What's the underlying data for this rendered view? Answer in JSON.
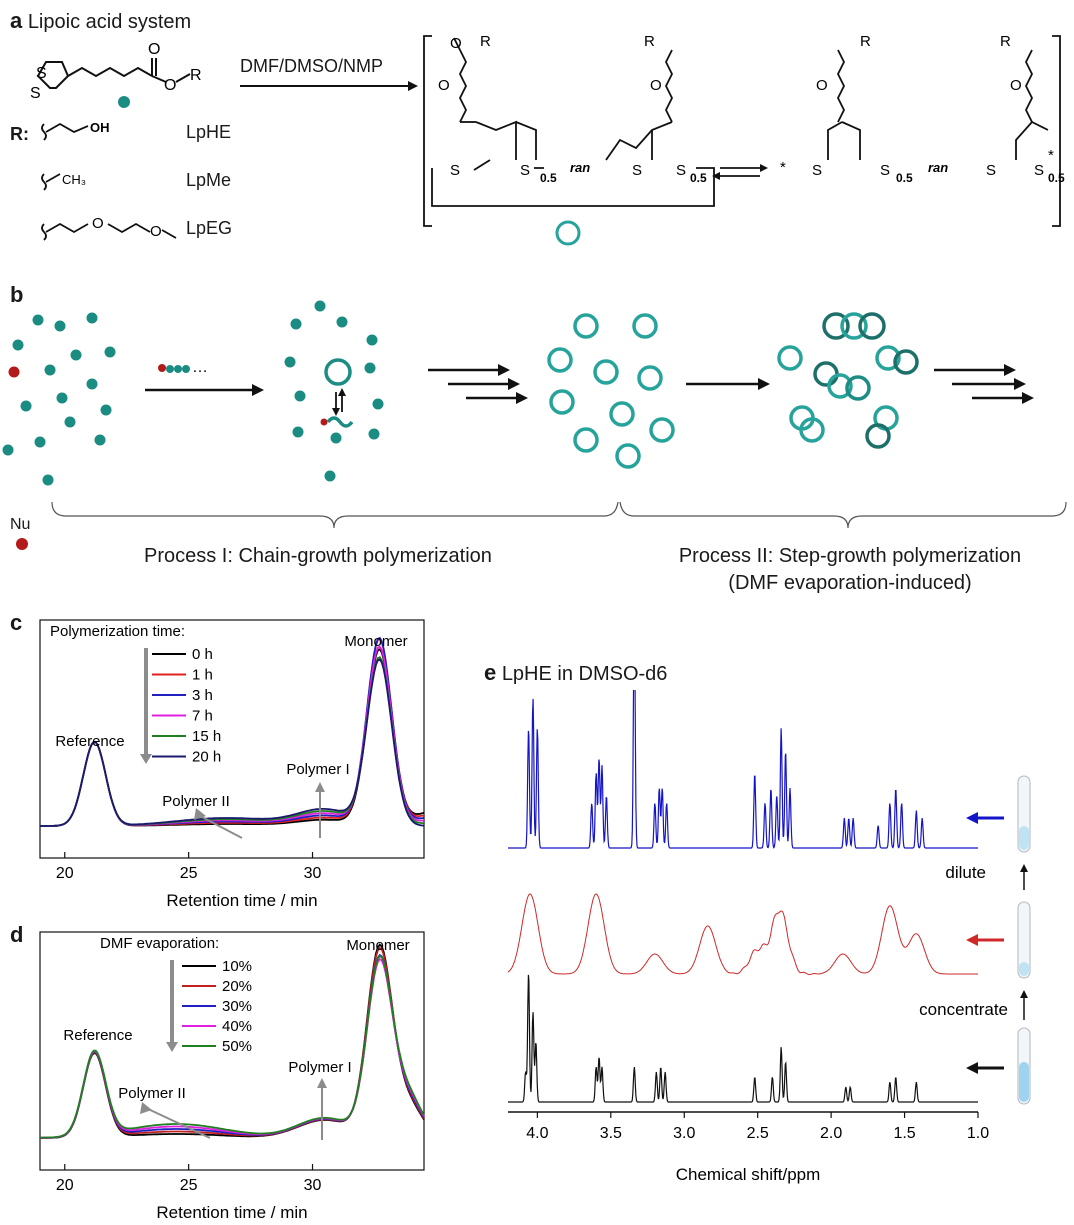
{
  "panel_a": {
    "letter": "a",
    "title": "Lipoic acid system",
    "solvent": "DMF/DMSO/NMP",
    "r_label": "R:",
    "substituents": [
      "LpHE",
      "LpMe",
      "LpEG"
    ],
    "r_group_oh": "OH",
    "r_group_ch3": "CH₃",
    "ran": "ran",
    "subscript": "0.5",
    "atom_s": "S",
    "atom_o": "O",
    "atom_r": "R",
    "star": "*"
  },
  "panel_b": {
    "letter": "b",
    "dots": "…",
    "nu": "Nu",
    "process1": "Process I: Chain-growth polymerization",
    "process2_line1": "Process II: Step-growth polymerization",
    "process2_line2": "(DMF evaporation-induced)"
  },
  "colors": {
    "monomer_teal": "#1b8c82",
    "ring_teal": "#26a39a",
    "ring_dark": "#1d6f6a",
    "nu_red": "#b31b1b"
  },
  "chart_data": [
    {
      "panel": "c",
      "type": "line",
      "legend_title": "Polymerization time:",
      "xlabel": "Retention time / min",
      "xlim": [
        19,
        34.5
      ],
      "xticks": [
        20,
        25,
        30
      ],
      "annotations": [
        "Monomer",
        "Reference",
        "Polymer I",
        "Polymer II"
      ],
      "series": [
        {
          "name": "0 h",
          "color": "#000000"
        },
        {
          "name": "1 h",
          "color": "#e02020"
        },
        {
          "name": "3 h",
          "color": "#2020c0"
        },
        {
          "name": "7 h",
          "color": "#e020e0"
        },
        {
          "name": "15 h",
          "color": "#208020"
        },
        {
          "name": "20 h",
          "color": "#1a1a6e"
        }
      ]
    },
    {
      "panel": "d",
      "type": "line",
      "legend_title": "DMF evaporation:",
      "xlabel": "Retention time / min",
      "xlim": [
        19,
        34.5
      ],
      "xticks": [
        20,
        25,
        30
      ],
      "annotations": [
        "Monomer",
        "Reference",
        "Polymer I",
        "Polymer II"
      ],
      "series": [
        {
          "name": "10%",
          "color": "#000000"
        },
        {
          "name": "20%",
          "color": "#c02020"
        },
        {
          "name": "30%",
          "color": "#2020c0"
        },
        {
          "name": "40%",
          "color": "#e020e0"
        },
        {
          "name": "50%",
          "color": "#208020"
        }
      ]
    },
    {
      "panel": "e",
      "type": "line",
      "title": "LpHE in DMSO-d6",
      "xlabel": "Chemical shift/ppm",
      "xlim": [
        4.2,
        1.0
      ],
      "xticks": [
        4.0,
        3.5,
        3.0,
        2.5,
        2.0,
        1.5,
        1.0
      ],
      "xtick_labels": [
        "4.0",
        "3.5",
        "3.0",
        "2.5",
        "2.0",
        "1.5",
        "1.0"
      ],
      "labels": [
        "dilute",
        "concentrate"
      ],
      "series": [
        {
          "color": "#1515c8"
        },
        {
          "color": "#d02828"
        },
        {
          "color": "#111111"
        }
      ]
    }
  ]
}
